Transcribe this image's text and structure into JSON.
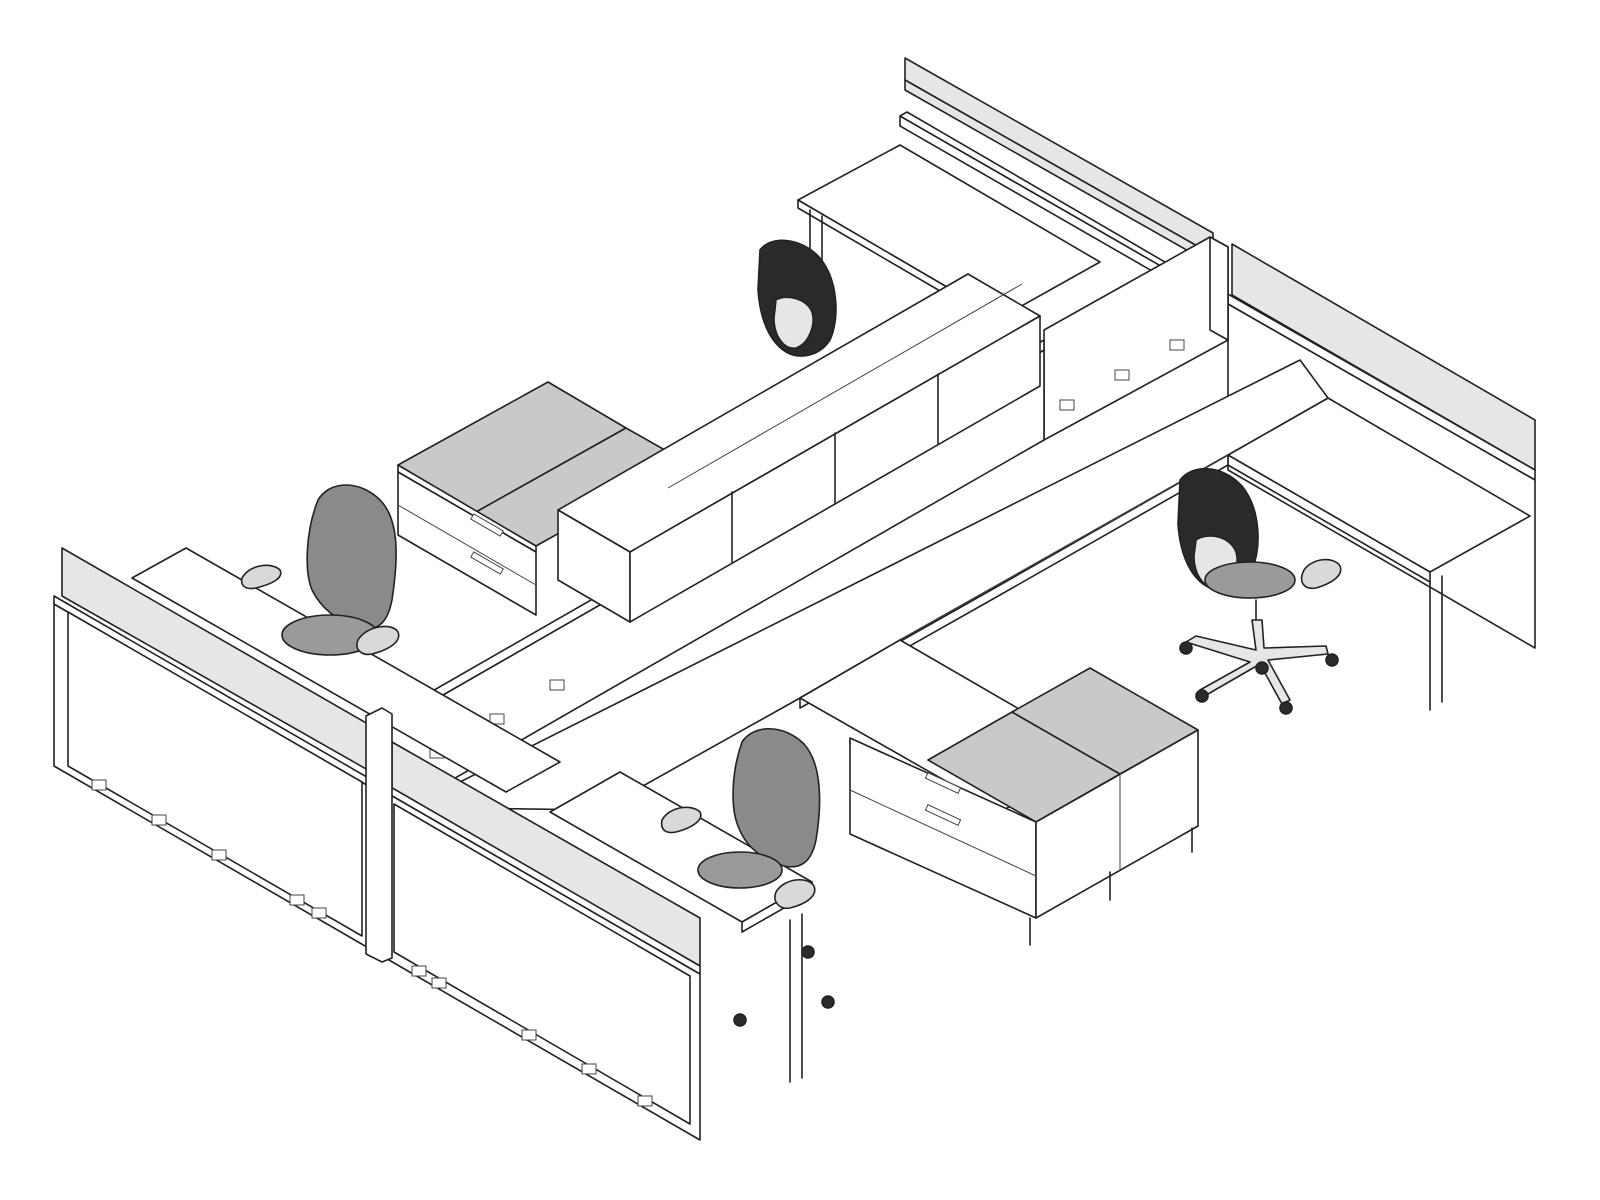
{
  "colors": {
    "background": "#ffffff",
    "line": "#222222",
    "surface": "#ffffff",
    "glass": "#e6e6e6",
    "top_grey": "#c9c9c9",
    "chair_grey": "#8a8a8a",
    "chair_dark": "#2a2a2a",
    "arm_light": "#d9d9d9"
  },
  "objects": {
    "workstations": 4,
    "chairs": 4,
    "glass_screens": 4,
    "lateral_file_pedestals": 2,
    "open_shelf_storage": 1
  }
}
